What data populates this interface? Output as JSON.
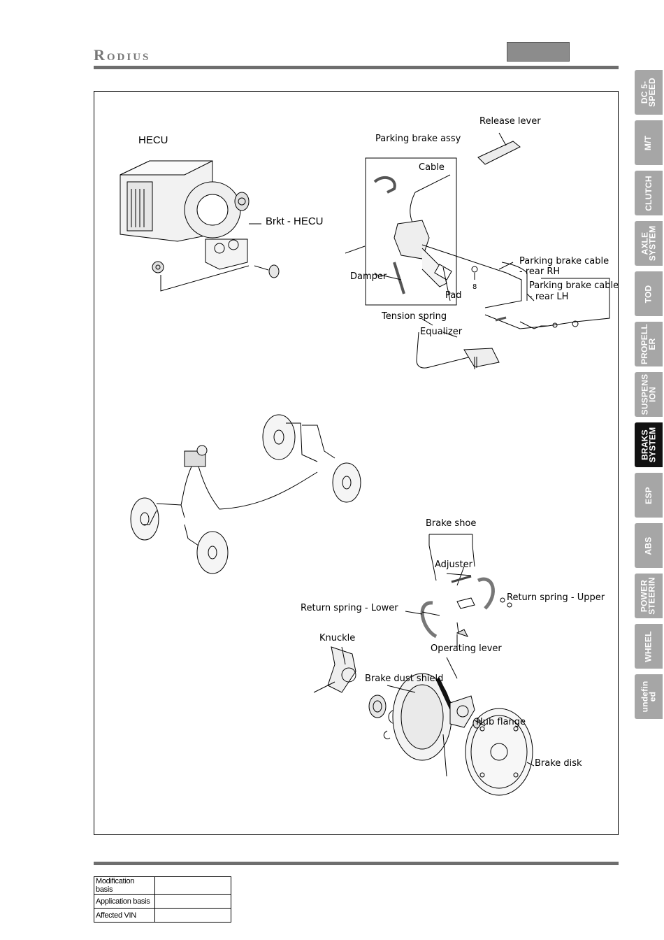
{
  "header": {
    "logo": "Rodius"
  },
  "side_tabs": [
    {
      "label": "DC 5-\nSPEED",
      "active": false
    },
    {
      "label": "M/T",
      "active": false
    },
    {
      "label": "CLUTCH",
      "active": false
    },
    {
      "label": "AXLE\nSYSTEM",
      "active": false
    },
    {
      "label": "TOD",
      "active": false
    },
    {
      "label": "PROPELL\nER",
      "active": false
    },
    {
      "label": "SUSPENS\nION",
      "active": false
    },
    {
      "label": "BRAKS\nSYSTEM",
      "active": true
    },
    {
      "label": "ESP",
      "active": false
    },
    {
      "label": "ABS",
      "active": false
    },
    {
      "label": "POWER\nSTEERIN",
      "active": false
    },
    {
      "label": "WHEEL",
      "active": false
    },
    {
      "label": "undefin\ned",
      "active": false
    }
  ],
  "figure": {
    "labels": {
      "hecu": "HECU",
      "brkt_hecu": "Brkt - HECU",
      "release_lever": "Release lever",
      "parking_brake_assy": "Parking brake assy",
      "cable": "Cable",
      "damper": "Damper",
      "pad": "Pad",
      "pb_cable_rh_1": "Parking brake cable",
      "pb_cable_rh_2": "- rear RH",
      "pb_cable_lh_1": "Parking brake cable",
      "pb_cable_lh_2": "- rear LH",
      "tension_spring": "Tension spring",
      "equalizer": "Equalizer",
      "bolt_size": "8",
      "brake_shoe": "Brake shoe",
      "adjuster": "Adjuster",
      "return_spring_upper": "Return spring - Upper",
      "return_spring_lower": "Return spring - Lower",
      "operating_lever": "Operating lever",
      "knuckle": "Knuckle",
      "brake_dust_shield": "Brake dust shield",
      "hub_flange": "Hub flange",
      "brake_disk": "Brake disk"
    }
  },
  "footer": {
    "rows": [
      {
        "label": "Modification basis",
        "value": ""
      },
      {
        "label": "Application basis",
        "value": ""
      },
      {
        "label": "Affected VIN",
        "value": ""
      }
    ]
  }
}
